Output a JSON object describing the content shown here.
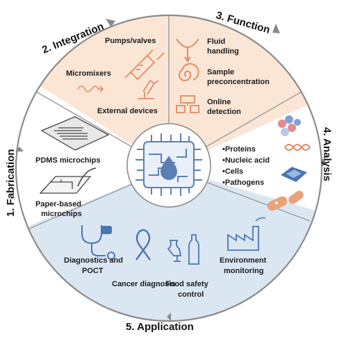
{
  "colors": {
    "ring_outer": "#8a8a8a",
    "sector_peach": "#fbe6d6",
    "sector_blue": "#dbe6f3",
    "sector_white": "#ffffff",
    "divider": "#9a9a9a",
    "chip_stroke": "#5b7fb3",
    "chip_fill": "#e9f0f9",
    "accent_orange": "#e28a63",
    "accent_blue": "#4b75b0"
  },
  "sections": {
    "fabrication": {
      "title": "1. Fabrication",
      "items": [
        "PDMS microchips",
        "Paper-based",
        "microchips"
      ]
    },
    "integration": {
      "title": "2. Integration",
      "items": [
        "Pumps/valves",
        "Micromixers",
        "External devices"
      ]
    },
    "function": {
      "title": "3. Function",
      "items": [
        "Fluid",
        "handling",
        "Sample",
        "preconcentration",
        "Online",
        "detection"
      ]
    },
    "analysis": {
      "title": "4. Analysis",
      "items": [
        "•Proteins",
        "•Nucleic acid",
        "•Cells",
        "•Pathogens"
      ]
    },
    "application": {
      "title": "5. Application",
      "items": [
        "Diagnostics and",
        "POCT",
        "Cancer diagnosis",
        "Food safety",
        "control",
        "Environment",
        "monitoring"
      ]
    }
  },
  "icons": {
    "center": "microfluidic-chip-drop-icon",
    "fabrication": [
      "pdms-chip-icon",
      "paper-chip-icon"
    ],
    "integration": [
      "syringe-pump-icon",
      "micromixer-icon",
      "microscope-icon"
    ],
    "function": [
      "fluid-junction-icon",
      "spiral-icon",
      "detector-icon"
    ],
    "analysis": [
      "protein-icon",
      "dna-icon",
      "cell-icon",
      "bacteria-icon"
    ],
    "application": [
      "stethoscope-icon",
      "ribbon-icon",
      "bottle-glass-icon",
      "factory-icon"
    ]
  }
}
